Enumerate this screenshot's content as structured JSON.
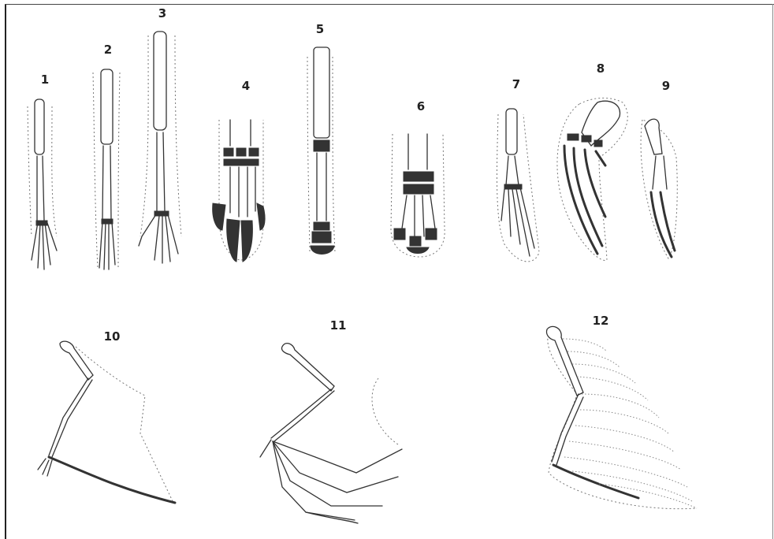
{
  "figure": {
    "labels": [
      "1",
      "2",
      "3",
      "4",
      "5",
      "6",
      "7",
      "8",
      "9",
      "10",
      "11",
      "12"
    ]
  }
}
